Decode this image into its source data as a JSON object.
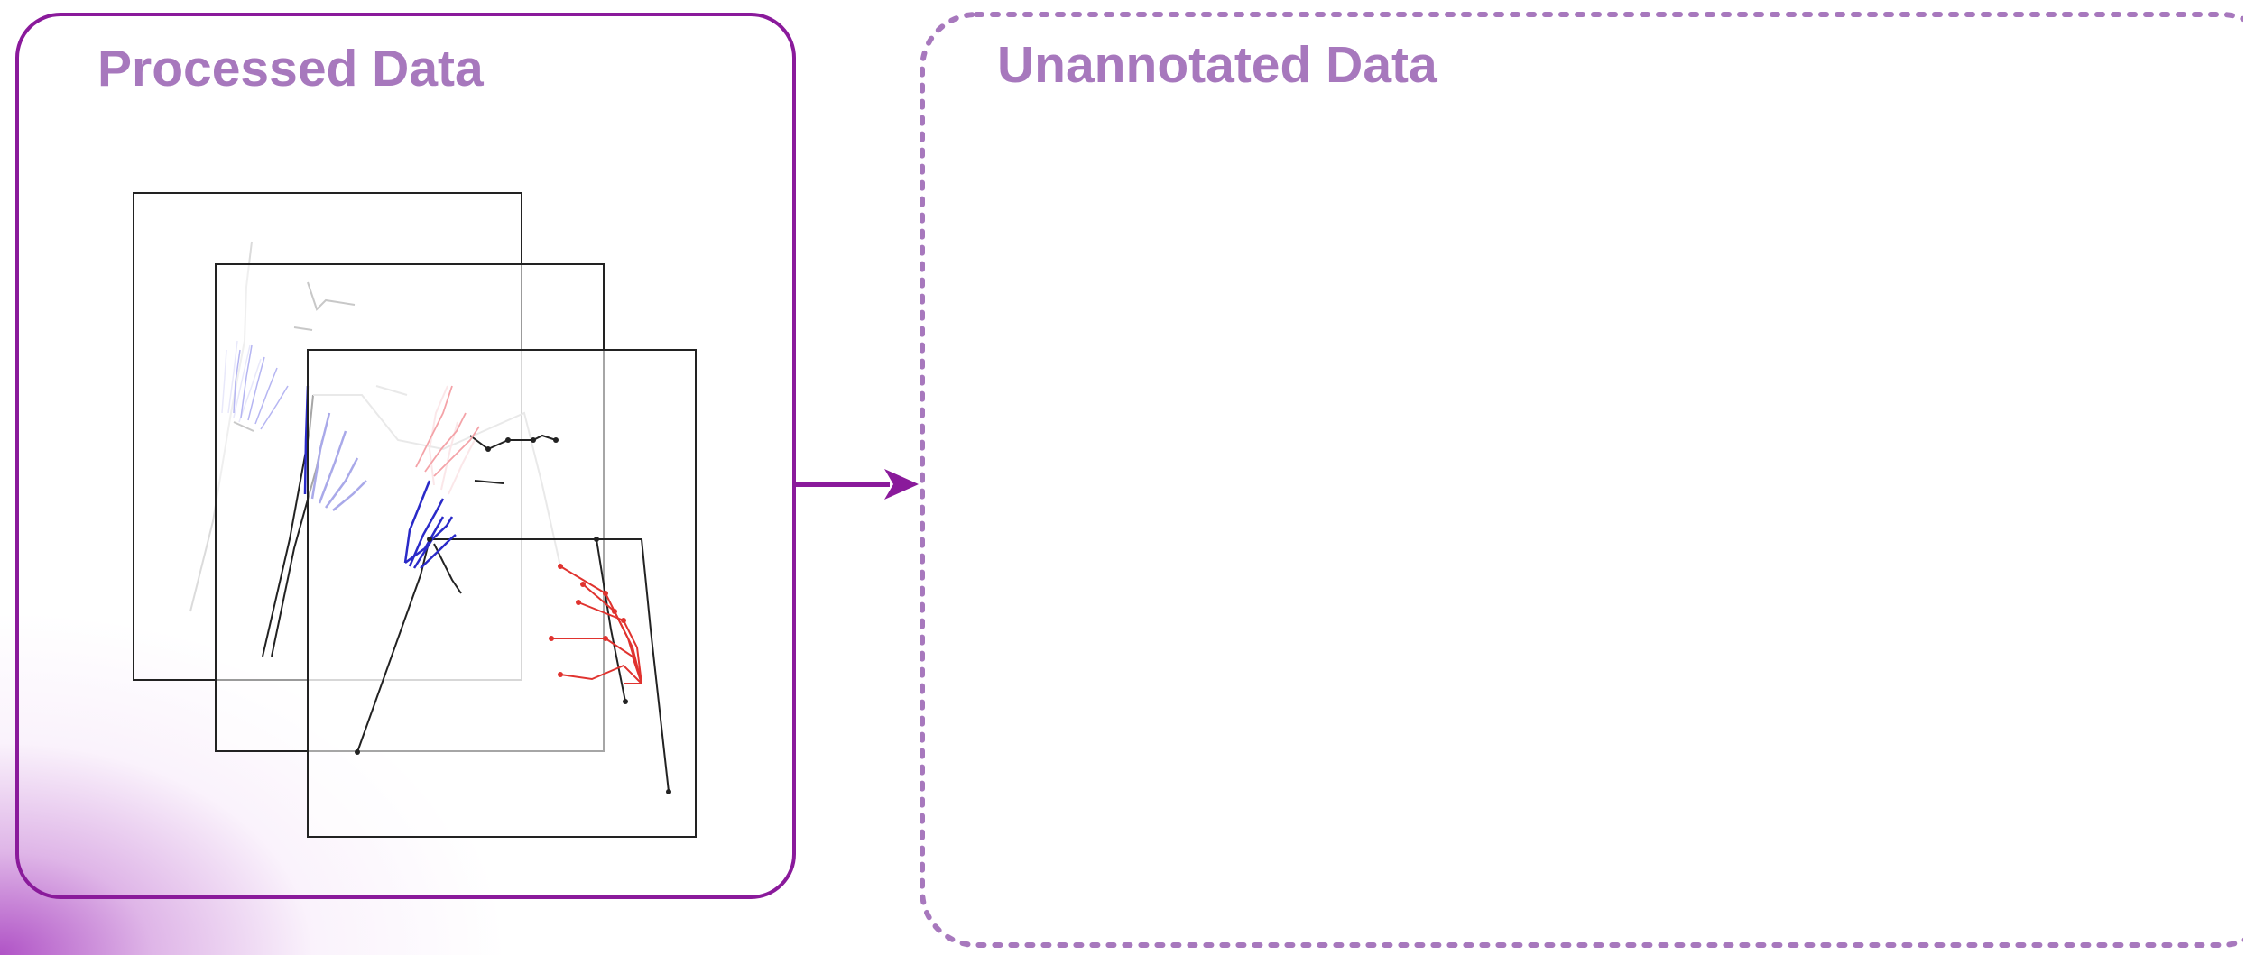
{
  "processed_panel": {
    "title": "Processed Data",
    "border_color": "#8a1a9b",
    "title_color": "#a778bd"
  },
  "unannotated_panel": {
    "title": "Unannotated Data",
    "border_style": "dotted",
    "border_color": "#a778bd"
  },
  "arrow": {
    "color": "#8a1a9b",
    "direction": "right"
  },
  "frames": {
    "count": 3,
    "hand_colors": {
      "left_hand": "#3a3ad6",
      "right_hand": "#e0332f",
      "body": "#222222"
    }
  }
}
